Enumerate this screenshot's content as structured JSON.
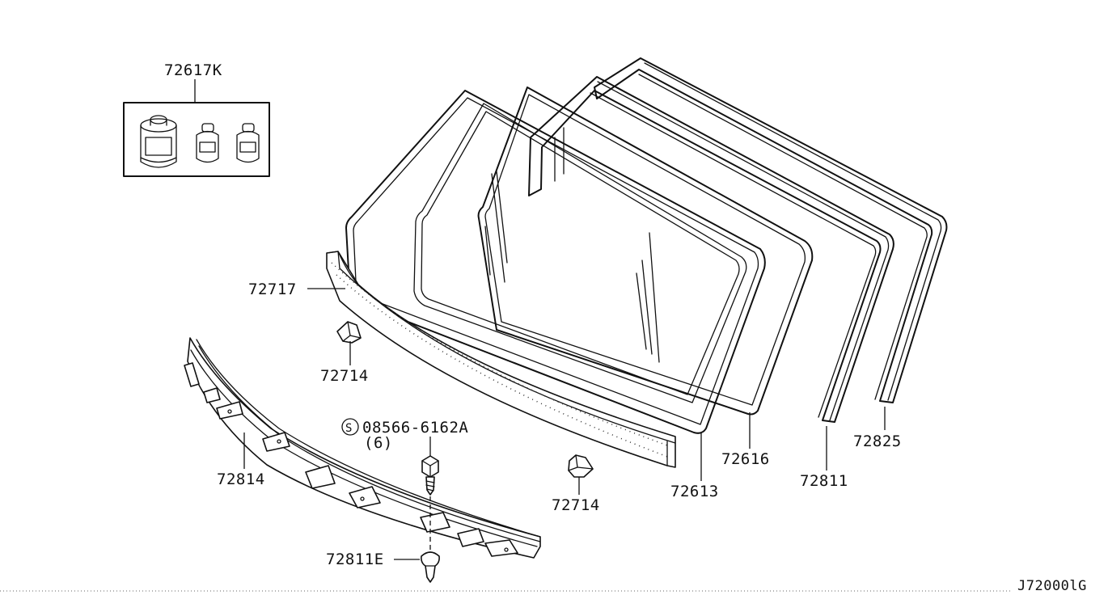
{
  "diagram": {
    "labels": {
      "kit": "72617K",
      "strip_72717": "72717",
      "clip_left": "72714",
      "clip_right": "72714",
      "screw": "08566-6162A",
      "screw_qty": "(6)",
      "screw_symbol": "S",
      "cowl": "72814",
      "clip_bottom": "72811E",
      "glass": "72613",
      "spacer_72616": "72616",
      "moulding_72811": "72811",
      "moulding_72825": "72825"
    },
    "figure_code": "J72000lG"
  }
}
